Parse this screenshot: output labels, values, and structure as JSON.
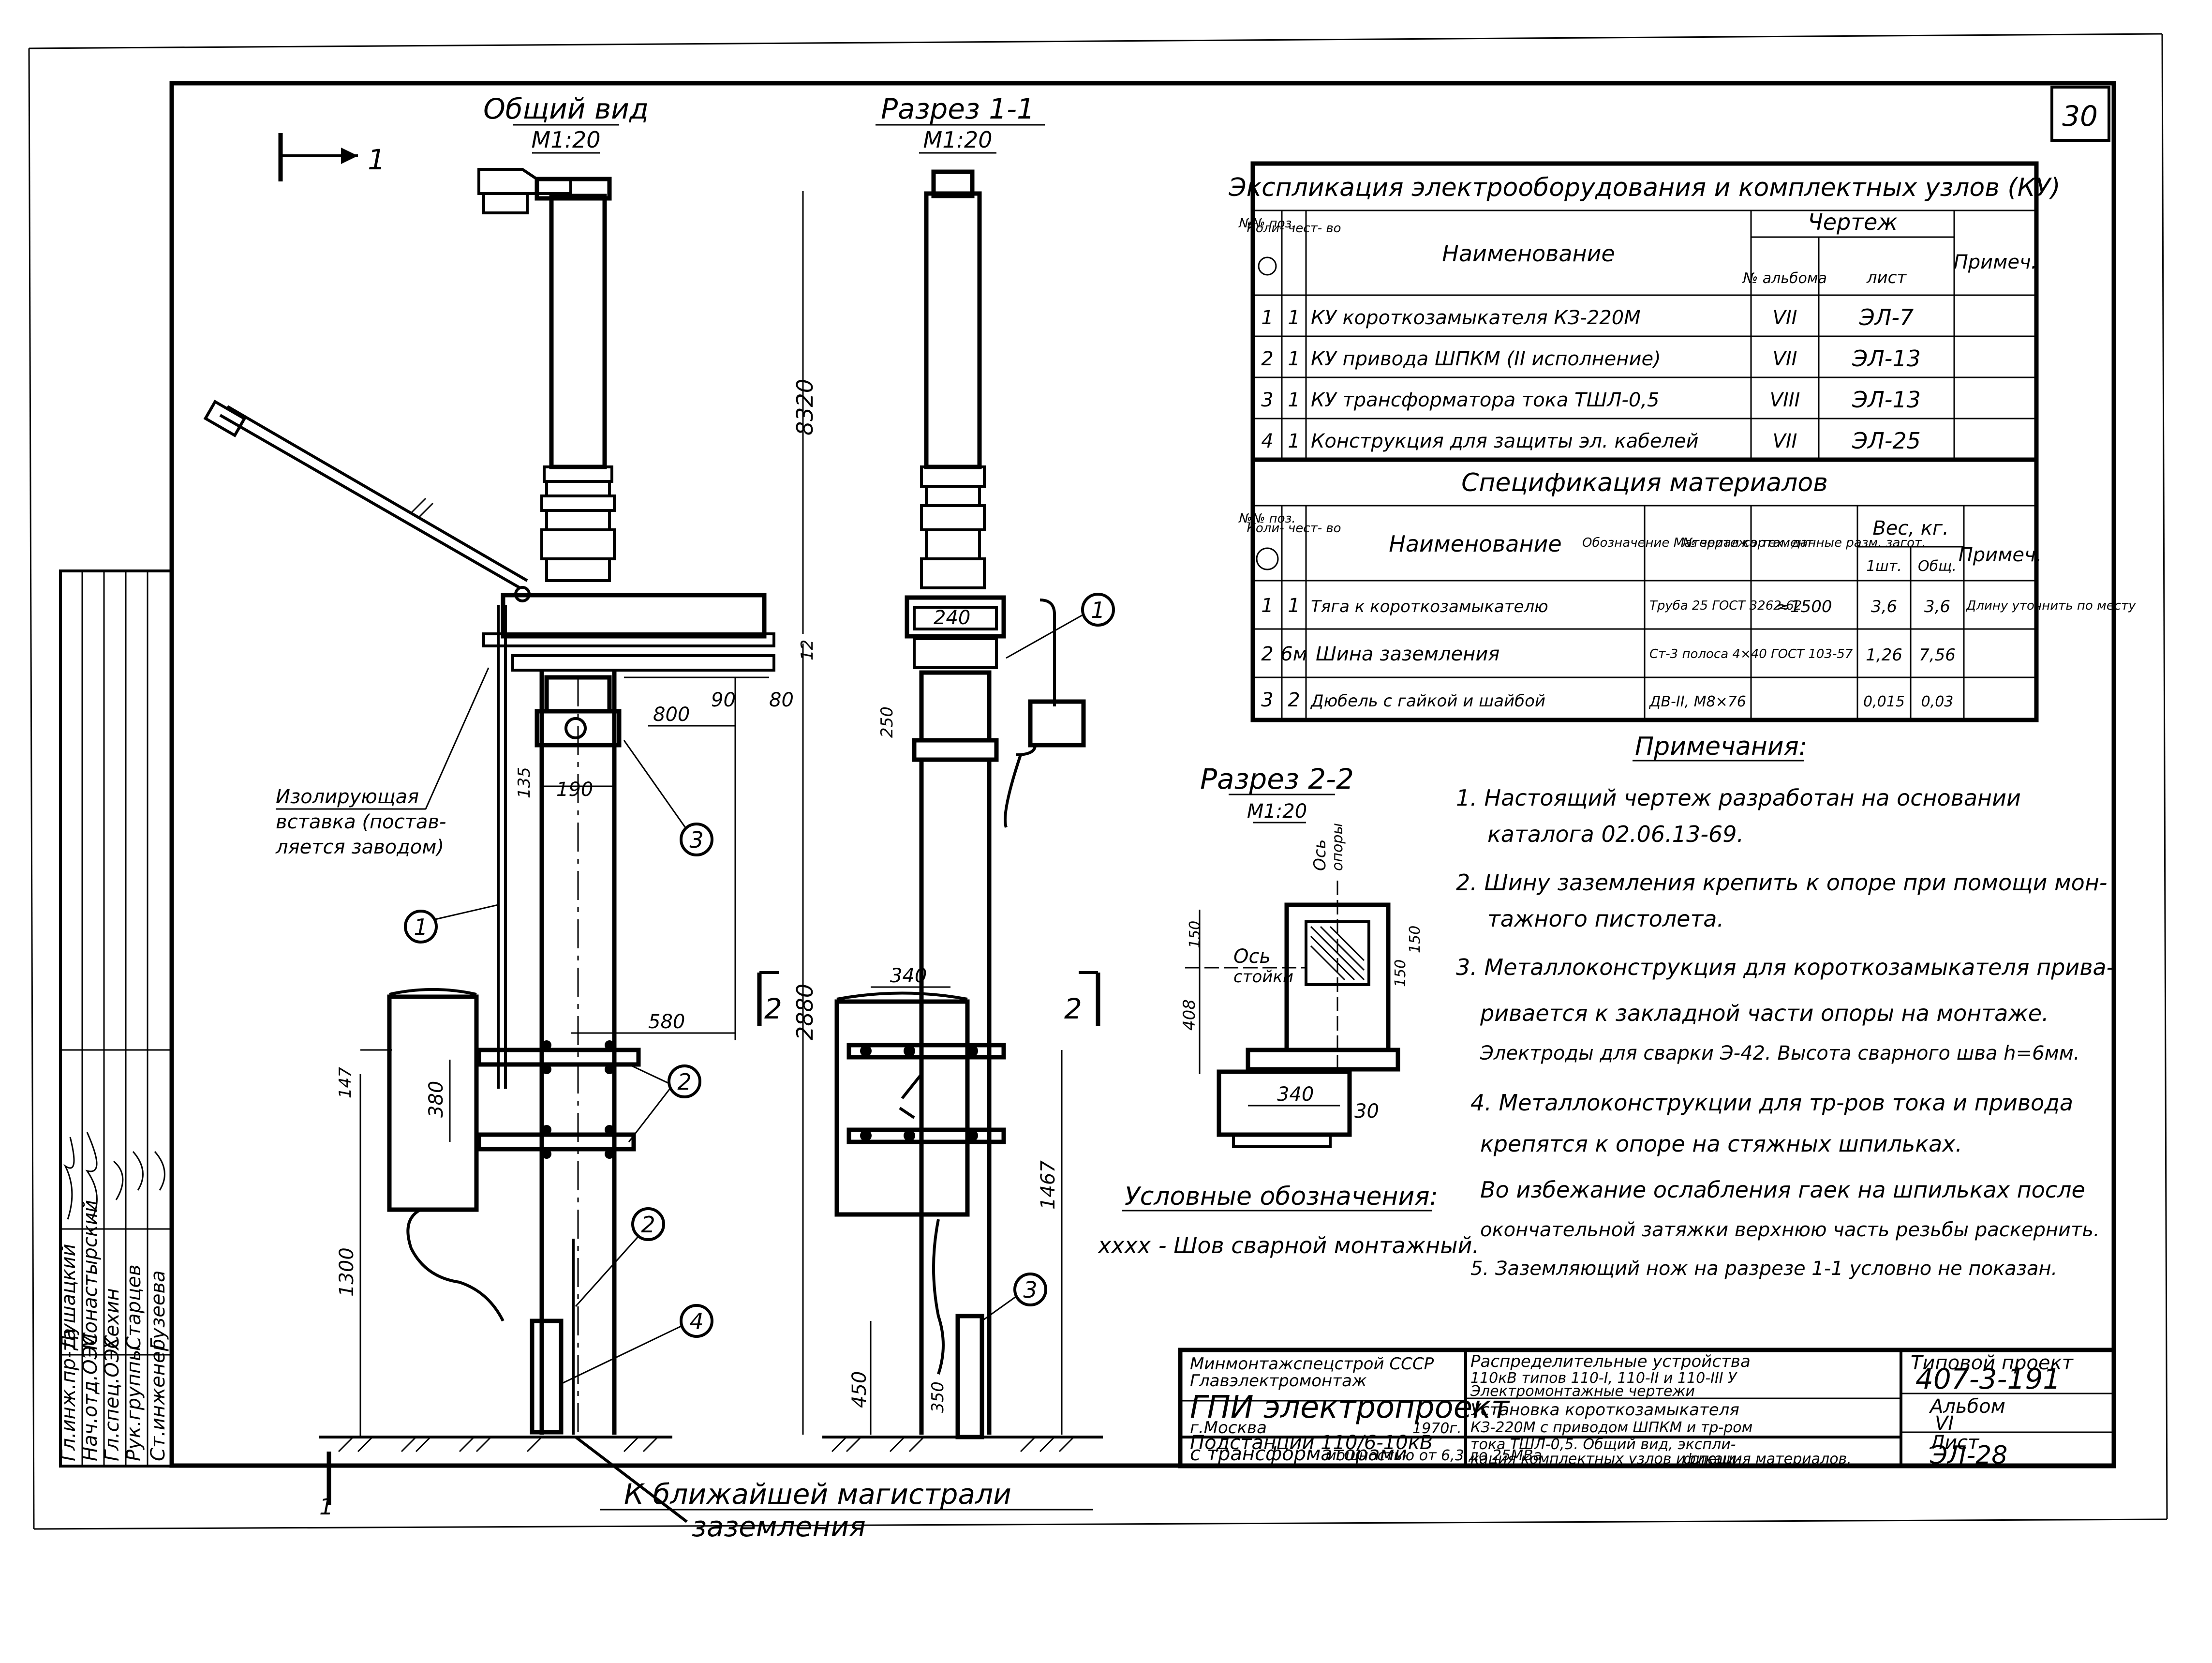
{
  "sheet_no": "30",
  "views": {
    "general": {
      "title": "Общий вид",
      "scale": "М1:20"
    },
    "section11": {
      "title": "Разрез 1-1",
      "scale": "М1:20"
    },
    "section22": {
      "title": "Разрез 2-2",
      "scale": "М1:20"
    }
  },
  "section_marks": {
    "one": "1",
    "two": "2"
  },
  "general_labels": {
    "insulating_rod": [
      "Изолирующая",
      "вставка (постав-",
      "ляется заводом)"
    ],
    "to_ground": [
      "К ближайшей магистрали",
      "заземления"
    ]
  },
  "dims": {
    "d8320": "8320",
    "d2880": "2880",
    "d1300": "1300",
    "d1467": "1467",
    "d800": "800",
    "d90": "90",
    "d80": "80",
    "d190": "190",
    "d135": "135",
    "d580": "580",
    "d147": "147",
    "d380": "380",
    "d240": "240",
    "d12": "12",
    "d250": "250",
    "d340": "340",
    "d450": "450",
    "d350": "350",
    "d408": "408",
    "d150": "150",
    "d30": "30"
  },
  "section22_labels": {
    "axis_stand": [
      "Ось",
      "стойки"
    ],
    "axis_pole": [
      "Ось",
      "опоры"
    ]
  },
  "callouts": [
    "1",
    "2",
    "3",
    "4"
  ],
  "equipment_table": {
    "title": "Экспликация электрооборудования и комплектных узлов (КУ)",
    "headers": {
      "pos": "№№ поз.",
      "qty": "Коли- чест- во",
      "name": "Наименование",
      "drawings": "Чертеж",
      "album": "№ альбома",
      "sheet": "лист",
      "note": "Примеч."
    },
    "rows": [
      {
        "pos": "1",
        "qty": "1",
        "name": "КУ короткозамыкателя КЗ-220М",
        "album": "VII",
        "sheet": "ЭЛ-7"
      },
      {
        "pos": "2",
        "qty": "1",
        "name": "КУ привода ШПКМ (II исполнение)",
        "album": "VII",
        "sheet": "ЭЛ-13"
      },
      {
        "pos": "3",
        "qty": "1",
        "name": "КУ трансформатора тока ТШЛ-0,5",
        "album": "VIII",
        "sheet": "ЭЛ-13"
      },
      {
        "pos": "4",
        "qty": "1",
        "name": "Конструкция для защиты эл. кабелей",
        "album": "VII",
        "sheet": "ЭЛ-25"
      }
    ]
  },
  "materials_table": {
    "title": "Спецификация материалов",
    "headers": {
      "pos": "№№ поз.",
      "qty": "Коли- чест- во",
      "name": "Наименование",
      "designation": "Обозначение Материал сортамент",
      "drawing": "№ чертежа тех. данные разм. загот.",
      "weight": "Вес, кг.",
      "unit": "1шт.",
      "total": "Общ.",
      "note": "Примеч."
    },
    "rows": [
      {
        "pos": "1",
        "qty": "1",
        "name": "Тяга к короткозамыкателю",
        "designation": "Труба 25 ГОСТ 3262-62",
        "drawing": "≈1500",
        "unit": "3,6",
        "total": "3,6",
        "note": "Длину уточнить по месту"
      },
      {
        "pos": "2",
        "qty": "6м",
        "name": "Шина заземления",
        "designation": "Ст-3 полоса 4×40 ГОСТ 103-57",
        "drawing": "",
        "unit": "1,26",
        "total": "7,56",
        "note": ""
      },
      {
        "pos": "3",
        "qty": "2",
        "name": "Дюбель с гайкой и шайбой",
        "designation": "ДВ-II, М8×76",
        "drawing": "",
        "unit": "0,015",
        "total": "0,03",
        "note": ""
      }
    ]
  },
  "notes": {
    "title": "Примечания:",
    "lines": [
      "1. Настоящий чертеж разработан на основании",
      "каталога 02.06.13-69.",
      "2. Шину заземления крепить к опоре при помощи мон-",
      "тажного пистолета.",
      "3. Металлоконструкция для короткозамыкателя прива-",
      "ривается к закладной части опоры на монтаже.",
      "Электроды для сварки Э-42. Высота сварного шва h=6мм.",
      "4. Металлоконструкции для тр-ров тока и привода",
      "крепятся к опоре на стяжных шпильках.",
      "Во избежание ослабления гаек на шпильках после",
      "окончательной затяжки верхнюю часть резьбы раскернить.",
      "5. Заземляющий нож на разрезе 1-1 условно не показан."
    ]
  },
  "legend": {
    "title": "Условные обозначения:",
    "symbol": "xxxx",
    "text": "- Шов сварной монтажный."
  },
  "title_block": {
    "org": [
      "Минмонтажспецстрой СССР",
      "Главэлектромонтаж",
      "ГПИ электропроект",
      "г.Москва"
    ],
    "year": "1970г.",
    "project_title": [
      "Распределительные устройства",
      "110кВ типов 110-I, 110-II и 110-III У",
      "Электромонтажные чертежи"
    ],
    "subject": [
      "Подстанции 110/6-10кВ",
      "с трансформаторами",
      "мощностью от 6,3 до 25МВа"
    ],
    "sheet_desc": [
      "Установка короткозамыкателя",
      "КЗ-220М с приводом ШПКМ и тр-ром",
      "тока ТШЛ-0,5. Общий вид, экспли-",
      "кация комплектных узлов и специ-",
      "фикация материалов."
    ],
    "typical_project_label": "Типовой проект",
    "typical_project": "407-3-191",
    "album_label": "Альбом",
    "album": "VI",
    "sheet_label": "Лист",
    "sheet": "ЭЛ-28"
  },
  "signatures": {
    "roles": [
      "Гл.инж.пр-та",
      "Нач.отд.ОЭС",
      "Гл.спец.ОЭС",
      "Рук.группы",
      "Ст.инженер"
    ],
    "names": [
      "Душацкий",
      "Монастырский",
      "Хехин",
      "Старцев",
      "Гузеева"
    ]
  }
}
